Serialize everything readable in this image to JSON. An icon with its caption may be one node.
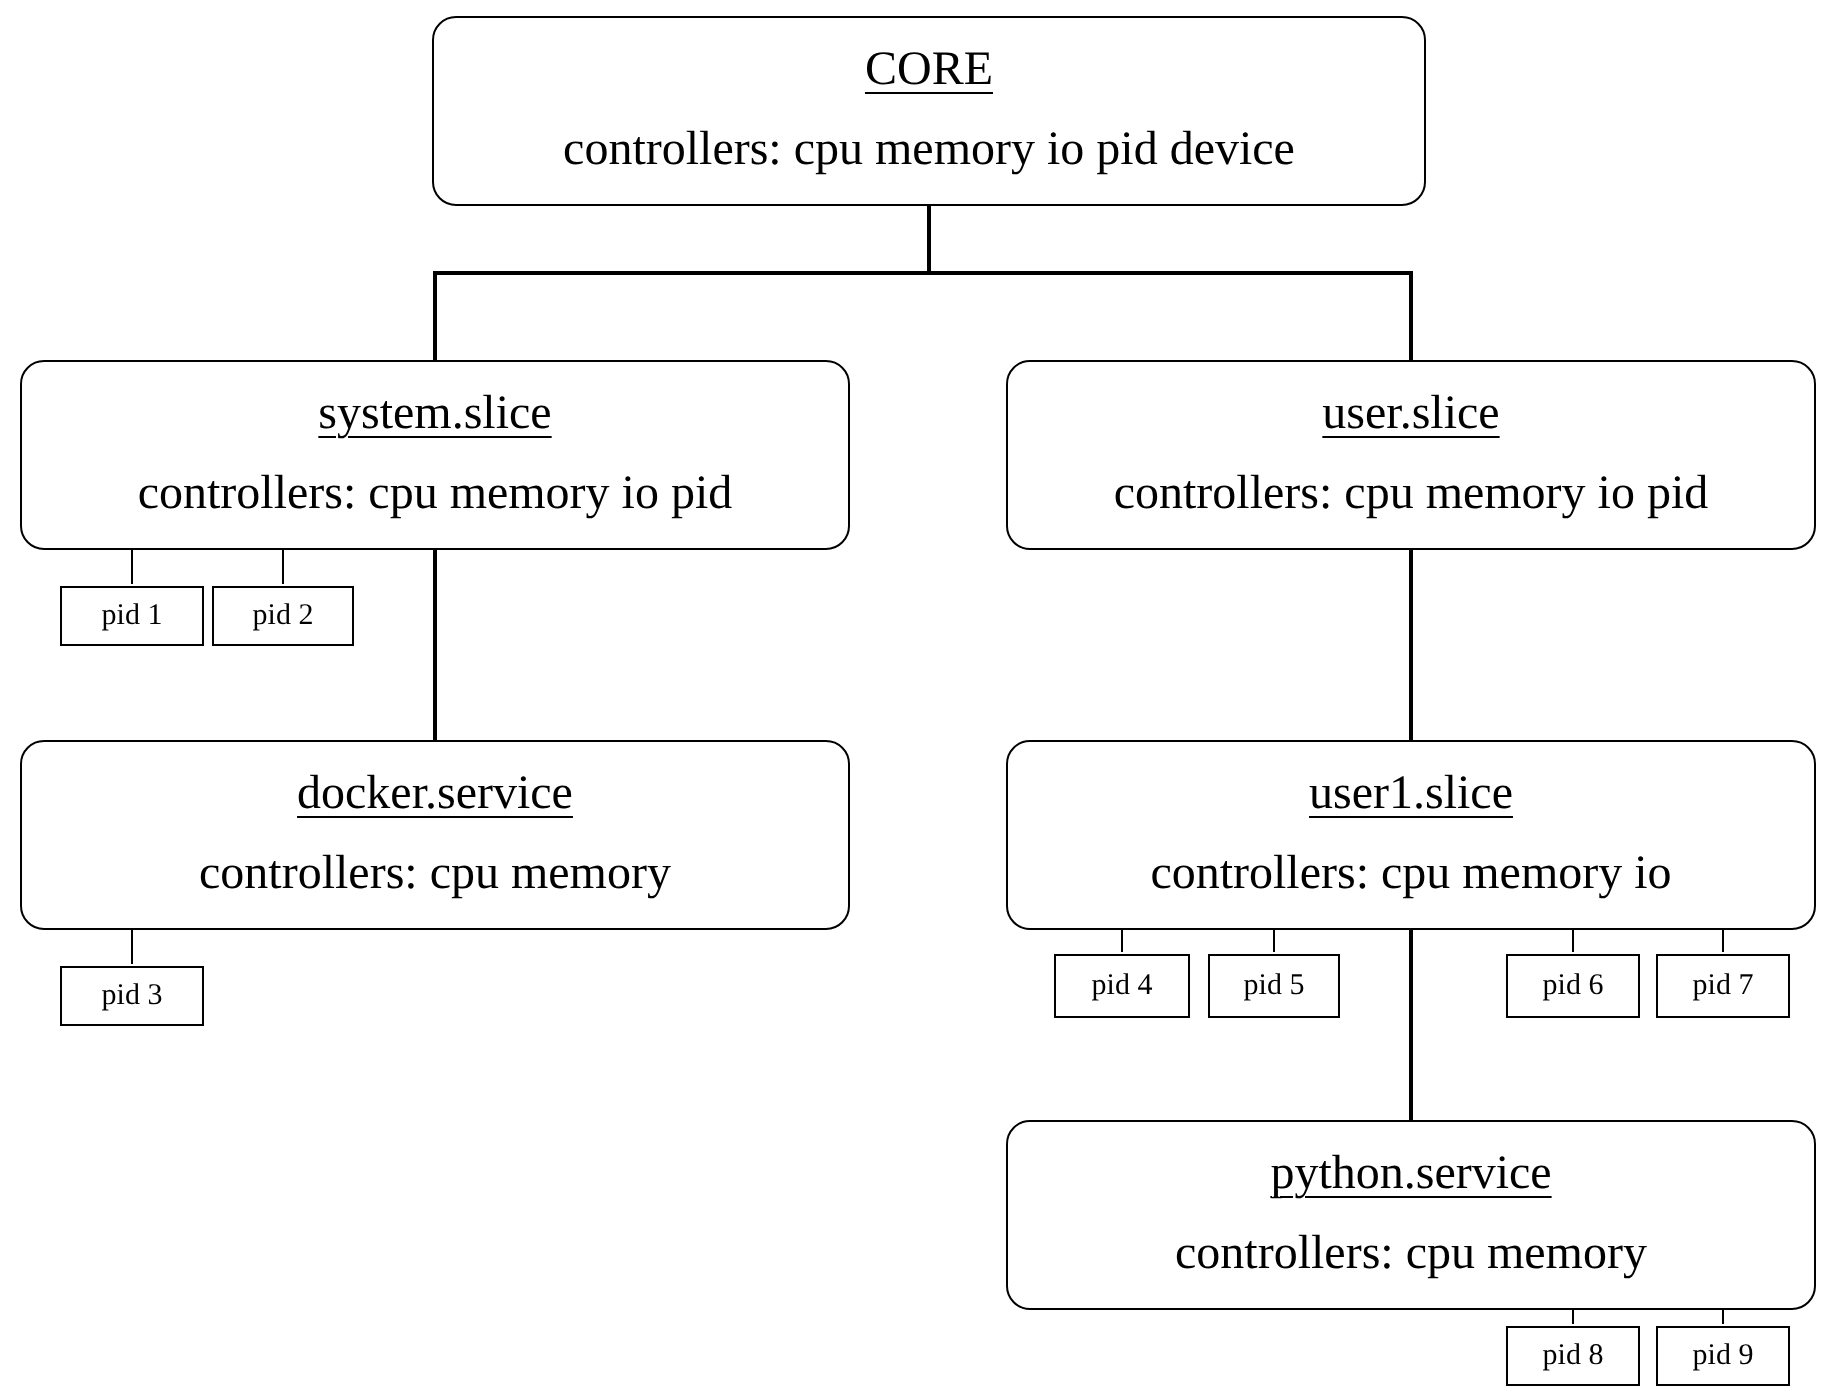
{
  "diagram": {
    "nodes": [
      {
        "text": [
          "CORE",
          "controllers: cpu memory io pid device"
        ]
      },
      {
        "text": [
          "system.slice",
          "controllers: cpu memory io pid"
        ]
      },
      {
        "text": [
          "user.slice",
          "controllers: cpu memory io pid"
        ]
      },
      {
        "text": [
          "pid 1"
        ]
      },
      {
        "text": [
          "pid 2"
        ]
      },
      {
        "text": [
          "docker.service",
          "controllers: cpu memory"
        ]
      },
      {
        "text": [
          "pid 3"
        ]
      },
      {
        "text": [
          "user1.slice",
          "controllers: cpu memory io"
        ]
      },
      {
        "text": [
          "pid 4"
        ]
      },
      {
        "text": [
          "pid 5"
        ]
      },
      {
        "text": [
          "pid 6"
        ]
      },
      {
        "text": [
          "pid 7"
        ]
      },
      {
        "text": [
          "python.service",
          "controllers: cpu memory"
        ]
      },
      {
        "text": [
          "pid 8"
        ]
      },
      {
        "text": [
          "pid 9"
        ]
      }
    ],
    "edges": [
      {
        "from": 0,
        "to": 1,
        "arrow": "none"
      },
      {
        "from": 0,
        "to": 2,
        "arrow": "none"
      },
      {
        "from": 1,
        "to": 3,
        "arrow": "none"
      },
      {
        "from": 1,
        "to": 4,
        "arrow": "none"
      },
      {
        "from": 1,
        "to": 5,
        "arrow": "none"
      },
      {
        "from": 5,
        "to": 6,
        "arrow": "none"
      },
      {
        "from": 2,
        "to": 7,
        "arrow": "none"
      },
      {
        "from": 7,
        "to": 8,
        "arrow": "none"
      },
      {
        "from": 7,
        "to": 9,
        "arrow": "none"
      },
      {
        "from": 7,
        "to": 10,
        "arrow": "none"
      },
      {
        "from": 7,
        "to": 11,
        "arrow": "none"
      },
      {
        "from": 7,
        "to": 12,
        "arrow": "none"
      },
      {
        "from": 12,
        "to": 13,
        "arrow": "none"
      },
      {
        "from": 12,
        "to": 14,
        "arrow": "none"
      }
    ]
  }
}
